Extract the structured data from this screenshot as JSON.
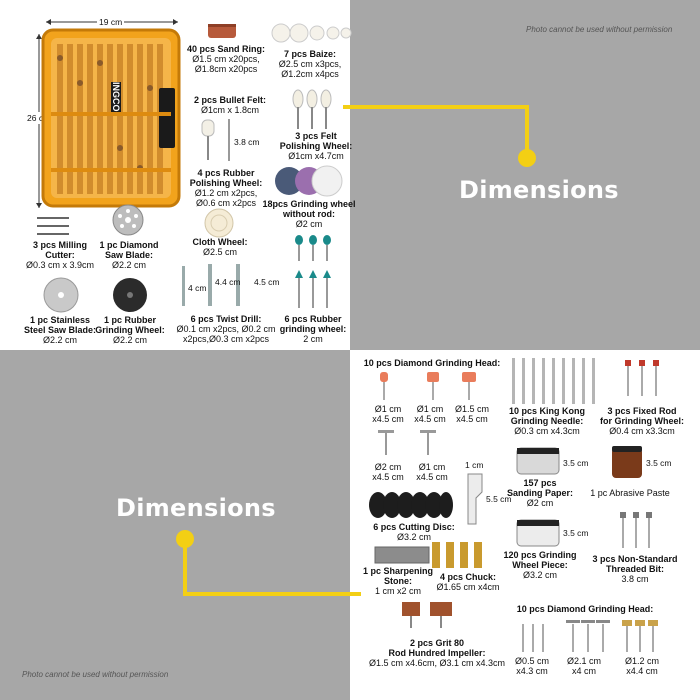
{
  "page": {
    "dimensions_label_top": "Dimensions",
    "dimensions_label_bottom": "Dimensions",
    "notice_top": "Photo cannot be used without permission",
    "notice_bottom": "Photo cannot be used without permission",
    "accent_color": "#f3cf14",
    "panel_color": "#a7a7a7"
  },
  "case": {
    "brand": "INGCO",
    "width": "19 cm",
    "height": "26 cm"
  },
  "top_items": {
    "sand_ring": {
      "title": "40 pcs Sand Ring:",
      "d1": "Ø1.5 cm x20pcs,",
      "d2": "Ø1.8cm x20pcs"
    },
    "baize": {
      "title": "7 pcs Baize:",
      "d1": "Ø2.5 cm x3pcs,",
      "d2": "Ø1.2cm x4pcs"
    },
    "bullet_felt": {
      "title": "2 pcs Bullet Felt:",
      "d1": "Ø1cm x 1.8cm",
      "dim": "3.8 cm"
    },
    "felt_wheel": {
      "title": "3 pcs Felt",
      "title2": "Polishing Wheel:",
      "d1": "Ø1cm x4.7cm"
    },
    "rubber_polish": {
      "title": "4 pcs Rubber",
      "title2": "Polishing Wheel:",
      "d1": "Ø1.2 cm x2pcs,",
      "d2": "Ø0.6 cm x2pcs"
    },
    "grinding_wheel_18": {
      "title": "18pcs Grinding wheel",
      "title2": "without rod:",
      "d1": "Ø2 cm"
    },
    "milling": {
      "title": "3 pcs Milling",
      "title2": "Cutter:",
      "d1": "Ø0.3 cm x 3.9cm"
    },
    "diamond_saw": {
      "title": "1 pc Diamond",
      "title2": "Saw Blade:",
      "d1": "Ø2.2 cm"
    },
    "cloth_wheel": {
      "title": "Cloth Wheel:",
      "d1": "Ø2.5 cm"
    },
    "twist_drill": {
      "title": "6 pcs Twist Drill:",
      "d1": "Ø0.1 cm x2pcs, Ø0.2 cm",
      "d2": "x2pcs,Ø0.3 cm x2pcs",
      "dim1": "4 cm",
      "dim2": "4.4 cm",
      "dim3": "4.5 cm"
    },
    "rubber_grinding_6": {
      "title": "6 pcs Rubber",
      "title2": "grinding wheel:",
      "d1": "2 cm"
    },
    "stainless": {
      "title": "1 pc Stainless",
      "title2": "Steel Saw Blade:",
      "d1": "Ø2.2 cm"
    },
    "rubber_grind_wheel": {
      "title": "1 pc Rubber",
      "title2": "Grinding Wheel:",
      "d1": "Ø2.2 cm"
    }
  },
  "bottom_items": {
    "diamond_head_top": {
      "title": "10 pcs Diamond Grinding Head:",
      "s1a": "Ø1 cm",
      "s1b": "x4.5 cm",
      "s2a": "Ø1 cm",
      "s2b": "x4.5 cm",
      "s3a": "Ø1.5 cm",
      "s3b": "x4.5 cm",
      "s4a": "Ø2 cm",
      "s4b": "x4.5 cm",
      "s5a": "Ø1 cm",
      "s5b": "x4.5 cm"
    },
    "king_kong": {
      "title": "10 pcs King Kong",
      "title2": "Grinding Needle:",
      "d1": "Ø0.3 cm x4.3cm"
    },
    "fixed_rod": {
      "title": "3 pcs Fixed Rod",
      "title2": "for Grinding Wheel:",
      "d1": "Ø0.4 cm x3.3cm"
    },
    "key": {
      "dim1": "1 cm",
      "dim2": "5.5 cm"
    },
    "sanding_paper": {
      "title": "157 pcs",
      "title2": "Sanding Paper:",
      "d1": "Ø2 cm",
      "dim": "3.5 cm"
    },
    "abrasive_paste": {
      "title": "1 pc Abrasive Paste",
      "dim": "3.5 cm"
    },
    "cutting_disc": {
      "title": "6 pcs Cutting Disc:",
      "d1": "Ø3.2 cm"
    },
    "wheel_piece": {
      "title": "120 pcs Grinding",
      "title2": "Wheel Piece:",
      "d1": "Ø3.2 cm",
      "dim": "3.5 cm"
    },
    "threaded_bit": {
      "title": "3 pcs Non-Standard",
      "title2": "Threaded Bit:",
      "d1": "3.8 cm"
    },
    "sharpening_stone": {
      "title": "1 pc Sharpening",
      "title2": "Stone:",
      "d1": "1 cm x2 cm"
    },
    "chuck": {
      "title": "4 pcs Chuck:",
      "d1": "Ø1.65 cm x4cm"
    },
    "diamond_head_bottom": {
      "title": "10 pcs Diamond Grinding Head:",
      "s1a": "Ø0.5 cm",
      "s1b": "x4.3 cm",
      "s2a": "Ø2.1 cm",
      "s2b": "x4 cm",
      "s3a": "Ø1.2 cm",
      "s3b": "x4.4 cm"
    },
    "impeller": {
      "title": "2 pcs Grit 80",
      "title2": "Rod Hundred Impeller:",
      "d1": "Ø1.5 cm x4.6cm, Ø3.1 cm x4.3cm"
    }
  }
}
